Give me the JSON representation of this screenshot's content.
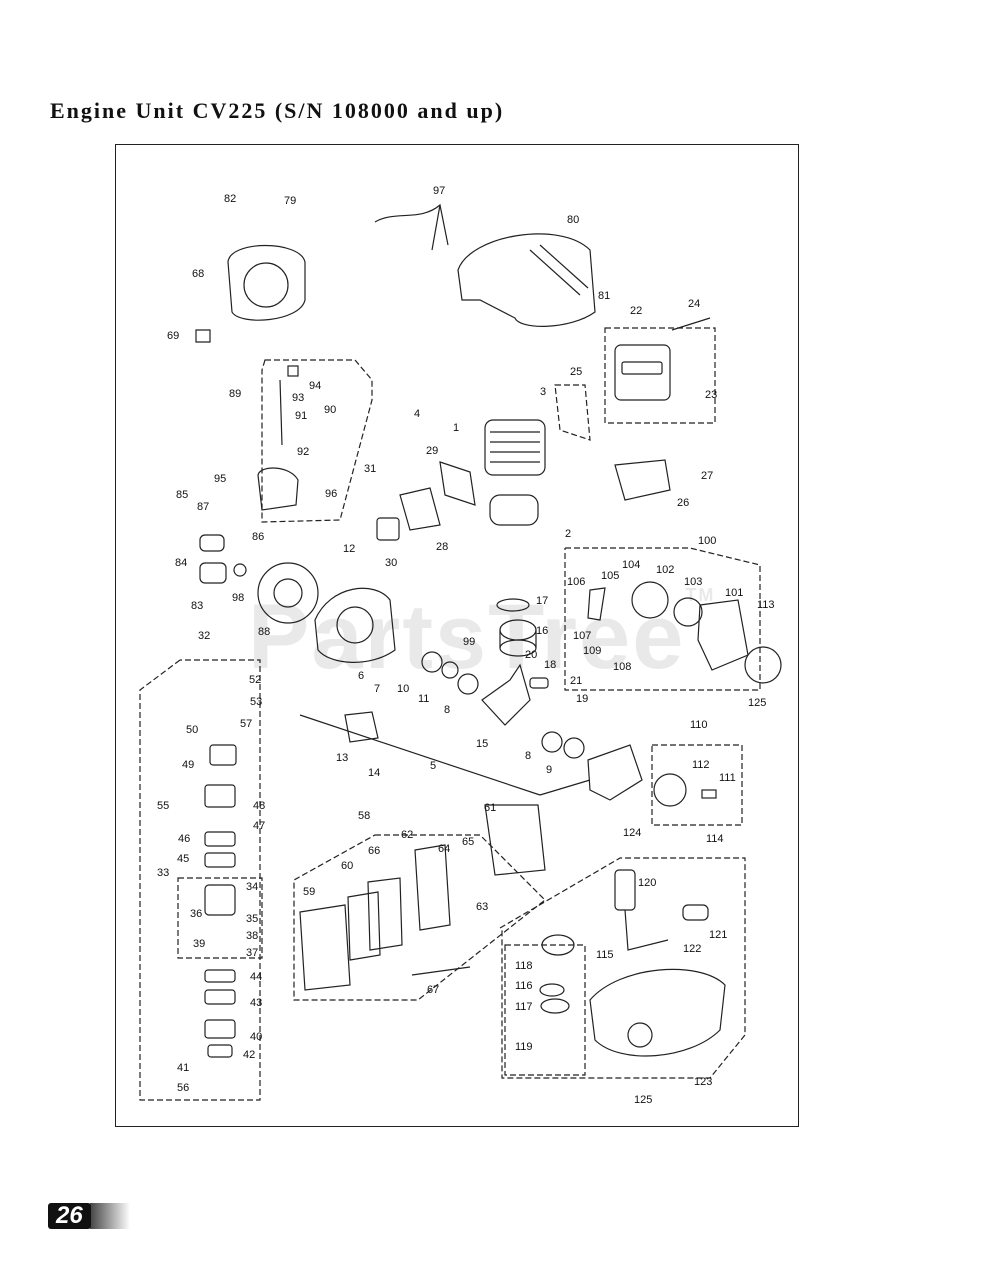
{
  "title": "Engine Unit CV225 (S/N 108000 and up)",
  "watermark": "PartsTree",
  "watermark_tm": "TM",
  "page_number": "26",
  "callouts": [
    {
      "id": "p1",
      "text": "1"
    },
    {
      "id": "p2",
      "text": "2"
    },
    {
      "id": "p3",
      "text": "3"
    },
    {
      "id": "p4",
      "text": "4"
    },
    {
      "id": "p5",
      "text": "5"
    },
    {
      "id": "p6",
      "text": "6"
    },
    {
      "id": "p7",
      "text": "7"
    },
    {
      "id": "p8a",
      "text": "8"
    },
    {
      "id": "p8b",
      "text": "8"
    },
    {
      "id": "p9",
      "text": "9"
    },
    {
      "id": "p10",
      "text": "10"
    },
    {
      "id": "p11",
      "text": "11"
    },
    {
      "id": "p12",
      "text": "12"
    },
    {
      "id": "p13",
      "text": "13"
    },
    {
      "id": "p14",
      "text": "14"
    },
    {
      "id": "p15",
      "text": "15"
    },
    {
      "id": "p16",
      "text": "16"
    },
    {
      "id": "p17",
      "text": "17"
    },
    {
      "id": "p18",
      "text": "18"
    },
    {
      "id": "p19",
      "text": "19"
    },
    {
      "id": "p20",
      "text": "20"
    },
    {
      "id": "p21",
      "text": "21"
    },
    {
      "id": "p22",
      "text": "22"
    },
    {
      "id": "p23",
      "text": "23"
    },
    {
      "id": "p24",
      "text": "24"
    },
    {
      "id": "p25",
      "text": "25"
    },
    {
      "id": "p26",
      "text": "26"
    },
    {
      "id": "p27",
      "text": "27"
    },
    {
      "id": "p28",
      "text": "28"
    },
    {
      "id": "p29",
      "text": "29"
    },
    {
      "id": "p30",
      "text": "30"
    },
    {
      "id": "p31",
      "text": "31"
    },
    {
      "id": "p32",
      "text": "32"
    },
    {
      "id": "p33",
      "text": "33"
    },
    {
      "id": "p34",
      "text": "34"
    },
    {
      "id": "p35",
      "text": "35"
    },
    {
      "id": "p36",
      "text": "36"
    },
    {
      "id": "p37",
      "text": "37"
    },
    {
      "id": "p38",
      "text": "38"
    },
    {
      "id": "p39",
      "text": "39"
    },
    {
      "id": "p40",
      "text": "40"
    },
    {
      "id": "p41",
      "text": "41"
    },
    {
      "id": "p42",
      "text": "42"
    },
    {
      "id": "p43",
      "text": "43"
    },
    {
      "id": "p44",
      "text": "44"
    },
    {
      "id": "p45",
      "text": "45"
    },
    {
      "id": "p46",
      "text": "46"
    },
    {
      "id": "p47",
      "text": "47"
    },
    {
      "id": "p48",
      "text": "48"
    },
    {
      "id": "p49",
      "text": "49"
    },
    {
      "id": "p50",
      "text": "50"
    },
    {
      "id": "p52",
      "text": "52"
    },
    {
      "id": "p53",
      "text": "53"
    },
    {
      "id": "p55",
      "text": "55"
    },
    {
      "id": "p56",
      "text": "56"
    },
    {
      "id": "p57",
      "text": "57"
    },
    {
      "id": "p58",
      "text": "58"
    },
    {
      "id": "p59",
      "text": "59"
    },
    {
      "id": "p60",
      "text": "60"
    },
    {
      "id": "p61",
      "text": "61"
    },
    {
      "id": "p62",
      "text": "62"
    },
    {
      "id": "p63",
      "text": "63"
    },
    {
      "id": "p64",
      "text": "64"
    },
    {
      "id": "p65",
      "text": "65"
    },
    {
      "id": "p66",
      "text": "66"
    },
    {
      "id": "p67",
      "text": "67"
    },
    {
      "id": "p68",
      "text": "68"
    },
    {
      "id": "p69",
      "text": "69"
    },
    {
      "id": "p79",
      "text": "79"
    },
    {
      "id": "p80",
      "text": "80"
    },
    {
      "id": "p81",
      "text": "81"
    },
    {
      "id": "p82",
      "text": "82"
    },
    {
      "id": "p83",
      "text": "83"
    },
    {
      "id": "p84",
      "text": "84"
    },
    {
      "id": "p85",
      "text": "85"
    },
    {
      "id": "p86",
      "text": "86"
    },
    {
      "id": "p87",
      "text": "87"
    },
    {
      "id": "p88",
      "text": "88"
    },
    {
      "id": "p89",
      "text": "89"
    },
    {
      "id": "p90",
      "text": "90"
    },
    {
      "id": "p91",
      "text": "91"
    },
    {
      "id": "p92",
      "text": "92"
    },
    {
      "id": "p93",
      "text": "93"
    },
    {
      "id": "p94",
      "text": "94"
    },
    {
      "id": "p95",
      "text": "95"
    },
    {
      "id": "p96",
      "text": "96"
    },
    {
      "id": "p97",
      "text": "97"
    },
    {
      "id": "p98",
      "text": "98"
    },
    {
      "id": "p99",
      "text": "99"
    },
    {
      "id": "p100",
      "text": "100"
    },
    {
      "id": "p101",
      "text": "101"
    },
    {
      "id": "p102",
      "text": "102"
    },
    {
      "id": "p103",
      "text": "103"
    },
    {
      "id": "p104",
      "text": "104"
    },
    {
      "id": "p105",
      "text": "105"
    },
    {
      "id": "p106",
      "text": "106"
    },
    {
      "id": "p107",
      "text": "107"
    },
    {
      "id": "p108",
      "text": "108"
    },
    {
      "id": "p109",
      "text": "109"
    },
    {
      "id": "p110",
      "text": "110"
    },
    {
      "id": "p111",
      "text": "111"
    },
    {
      "id": "p112",
      "text": "112"
    },
    {
      "id": "p113",
      "text": "113"
    },
    {
      "id": "p114",
      "text": "114"
    },
    {
      "id": "p115",
      "text": "115"
    },
    {
      "id": "p116",
      "text": "116"
    },
    {
      "id": "p117",
      "text": "117"
    },
    {
      "id": "p118",
      "text": "118"
    },
    {
      "id": "p119",
      "text": "119"
    },
    {
      "id": "p120",
      "text": "120"
    },
    {
      "id": "p121",
      "text": "121"
    },
    {
      "id": "p122",
      "text": "122"
    },
    {
      "id": "p123",
      "text": "123"
    },
    {
      "id": "p124",
      "text": "124"
    },
    {
      "id": "p125a",
      "text": "125"
    },
    {
      "id": "p125b",
      "text": "125"
    }
  ]
}
